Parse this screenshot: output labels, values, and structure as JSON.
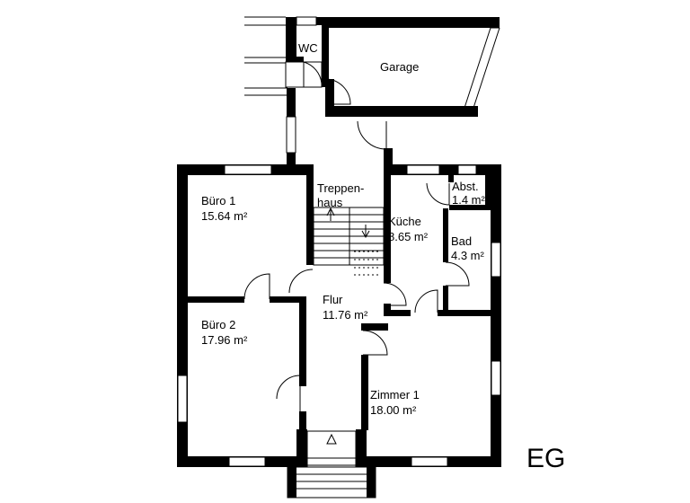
{
  "floor_label": "EG",
  "rooms": {
    "wc": {
      "name": "WC"
    },
    "garage": {
      "name": "Garage"
    },
    "treppenhaus": {
      "name_line1": "Treppen-",
      "name_line2": "haus"
    },
    "buero1": {
      "name": "Büro 1",
      "area": "15.64 m²"
    },
    "buero2": {
      "name": "Büro 2",
      "area": "17.96 m²"
    },
    "kueche": {
      "name": "Küche",
      "area": "8.65 m²"
    },
    "abst": {
      "name": "Abst.",
      "area": "1.4 m²"
    },
    "bad": {
      "name": "Bad",
      "area": "4.3 m²"
    },
    "flur": {
      "name": "Flur",
      "area": "11.76 m²"
    },
    "zimmer1": {
      "name": "Zimmer 1",
      "area": "18.00 m²"
    }
  },
  "icons": {
    "entrance": "triangle-up-icon",
    "stairs_up": "arrow-up-icon",
    "stairs_down": "arrow-down-icon"
  }
}
